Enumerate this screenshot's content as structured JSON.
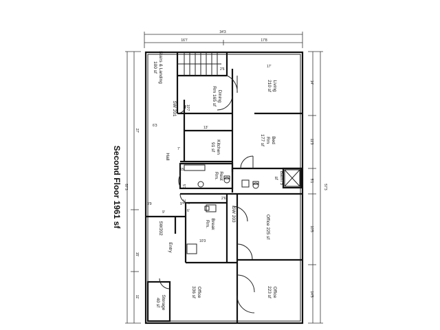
{
  "title": "Second Floor 1961 sf",
  "rooms": {
    "stairs": "Stairs & Landing",
    "stairs_sf": "100 sf",
    "dining": "Dining",
    "dining_sf": "Rm 165 sf",
    "living": "Living",
    "living_sf": "210 sf",
    "sw201": "SW 201",
    "kitchen": "Kitchen",
    "kitchen_sf": "91 sf",
    "bed": "Bed",
    "bed_rm": "Rm",
    "bed_sf": "177 sf",
    "hall": "Hall",
    "rest": "Rest",
    "rest_rm": "Rm.",
    "bath": "Bath75",
    "bath_sf": "sf",
    "sw203": "SW 203",
    "break": "Break",
    "break_rm": "Rm.",
    "office1": "Office 225 sf",
    "sw202": "SW202",
    "entry": "Entry",
    "office2": "Office",
    "office2_sf": "336 sf",
    "office3": "Office",
    "office3_sf": "223 sf",
    "storage": "Storage",
    "storage_sf": "40 sf"
  },
  "dims": {
    "total_top": "34'3",
    "top_left": "16'7",
    "top_right": "17'8",
    "right_total": "57'3",
    "right_1": "14'",
    "right_2": "11'3",
    "right_3": "5'1",
    "right_4": "10'5",
    "right_5": "14'5",
    "left_total": "57'3",
    "left_1": "27'",
    "left_2": "15'",
    "left_3": "11'",
    "i_17": "17'",
    "i_26": "2'6",
    "i_13": "13'",
    "i_63": "6'3",
    "i_107": "10'7",
    "i_7": "7'",
    "i_9": "9'",
    "i_1073": "10'3",
    "i_53": "5'3",
    "i_26b": "2'6",
    "i_26c": "2'6",
    "i_15": "15'",
    "i_6": "6'",
    "i_9b": "9'",
    "i_39": "3'9"
  }
}
